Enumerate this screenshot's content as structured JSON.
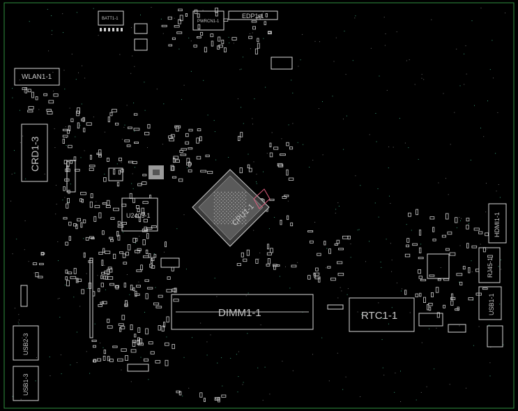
{
  "components": [
    {
      "ref": "label_0",
      "text": "BATT1-1"
    },
    {
      "ref": "label_1",
      "text": "PWRCN1-1"
    },
    {
      "ref": "label_2",
      "text": "EDP1-1"
    },
    {
      "ref": "label_3",
      "text": "WLAN1-1"
    },
    {
      "ref": "label_4",
      "text": "CRD1-3"
    },
    {
      "ref": "label_5",
      "text": "U2403-1"
    },
    {
      "ref": "label_6",
      "text": "CPU1-1"
    },
    {
      "ref": "label_7",
      "text": "DIMM1-1"
    },
    {
      "ref": "label_8",
      "text": "RTC1-1"
    },
    {
      "ref": "label_9",
      "text": "HDMI1-1"
    },
    {
      "ref": "label_10",
      "text": "RJ45-1"
    },
    {
      "ref": "label_11",
      "text": "USB1-1"
    },
    {
      "ref": "label_12",
      "text": "USB2-3"
    },
    {
      "ref": "label_13",
      "text": "USB1-3"
    }
  ],
  "colors": {
    "background": "#000000",
    "outline": "#d8d8d8",
    "board_edge": "#2f8f3f",
    "via": "#3aa37a",
    "highlight": "#e06080"
  }
}
